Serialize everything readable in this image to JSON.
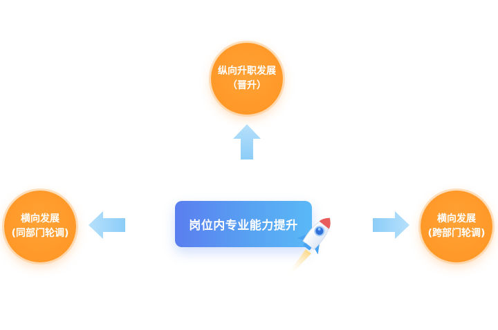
{
  "nodes": {
    "top": {
      "line1": "纵向升职发展",
      "line2": "（晋升）"
    },
    "left": {
      "line1": "横向发展",
      "line2": "(同部门轮调)"
    },
    "right": {
      "line1": "横向发展",
      "line2": "(跨部门轮调)"
    },
    "center": {
      "label": "岗位内专业能力提升"
    }
  },
  "colors": {
    "circle": "#ff9a2a",
    "center_start": "#5a7ef0",
    "center_end": "#5ab8f6",
    "arrow": "#9fd2f8"
  },
  "icons": {
    "rocket": "rocket-icon",
    "arrows": [
      "arrow-up-icon",
      "arrow-left-icon",
      "arrow-right-icon"
    ]
  }
}
